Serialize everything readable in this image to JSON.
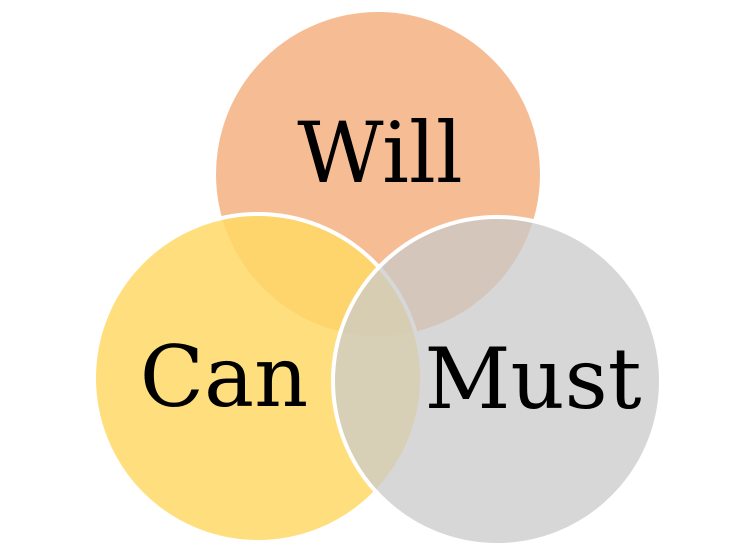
{
  "diagram": {
    "type": "venn",
    "sets": [
      {
        "id": "will",
        "label": "Will",
        "color": "#F4B183",
        "opacity": 0.85
      },
      {
        "id": "can",
        "label": "Can",
        "color": "#FFD966",
        "opacity": 0.85
      },
      {
        "id": "must",
        "label": "Must",
        "color": "#C9C9C9",
        "opacity": 0.75
      }
    ]
  }
}
